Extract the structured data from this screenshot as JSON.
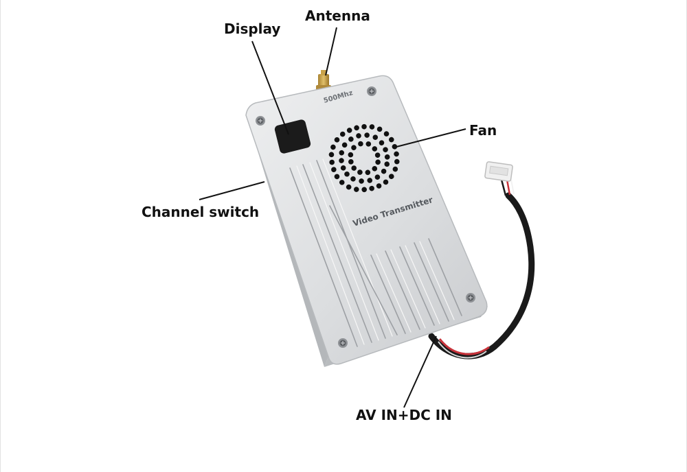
{
  "labels": {
    "display": "Display",
    "antenna": "Antenna",
    "fan": "Fan",
    "channel_switch": "Channel switch",
    "av_dc": "AV IN+DC IN"
  },
  "device": {
    "frequency_text": "500Mhz",
    "product_text": "Video Transmitter"
  },
  "colors": {
    "background": "#ffffff",
    "label_text": "#111111",
    "leader_line": "#111111",
    "aluminum_light": "#e7e8e9",
    "aluminum_mid": "#cfd1d3",
    "aluminum_dark": "#a9acaf",
    "display_black": "#1b1b1b",
    "fan_hole": "#111111",
    "cable_black": "#1a1a1a",
    "wire_red": "#c8323a",
    "antenna_brass": "#c9a24a",
    "connector_white": "#f0f0f0"
  }
}
